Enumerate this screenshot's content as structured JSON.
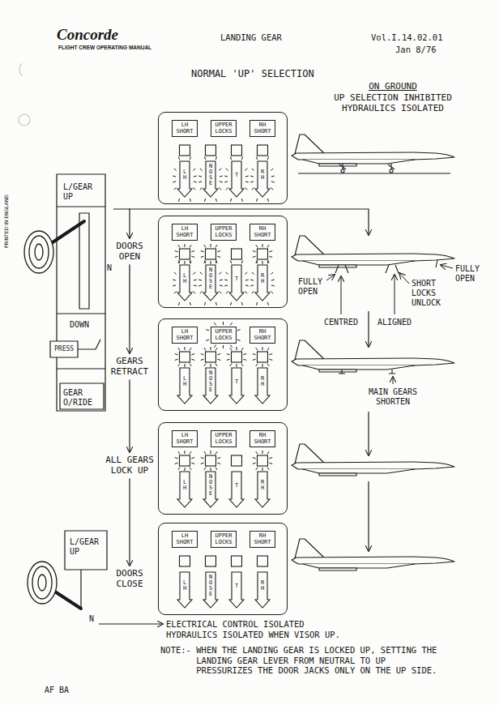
{
  "diagram": {
    "title": "NORMAL 'UP' SELECTION",
    "nodes": [
      {
        "text": []
      },
      {
        "text": [
          "LH SHORT"
        ],
        "in": 0
      },
      {
        "text": [
          "UPPER LOCKS"
        ],
        "in": 0
      },
      {
        "text": [
          "RH SHORT"
        ],
        "in": 0
      },
      {
        "text": [
          "LH"
        ],
        "in": 0
      },
      {
        "text": [
          "NOSE"
        ],
        "in": 0
      },
      {
        "text": [
          "T"
        ],
        "in": 0
      },
      {
        "text": [
          "RH"
        ],
        "in": 0
      },
      {
        "text": [
          "L/GEAR UP",
          "N",
          "DOWN",
          "PRESS",
          "GEAR O/RIDE"
        ]
      },
      {
        "text": [
          "DOORS OPEN"
        ]
      },
      {
        "text": [
          "LH SHORT"
        ],
        "in": 9
      },
      {
        "text": [
          "UPPER LOCKS"
        ],
        "in": 9
      },
      {
        "text": [
          "RH SHORT"
        ],
        "in": 9
      },
      {
        "text": [
          "LH"
        ],
        "in": 9
      },
      {
        "text": [
          "NOSE"
        ],
        "in": 9
      },
      {
        "text": [
          "T"
        ],
        "in": 9
      },
      {
        "text": [
          "RH"
        ],
        "in": 9
      },
      {
        "text": [
          "GEARS RETRACT"
        ]
      },
      {
        "text": [
          "LH SHORT"
        ],
        "in": 17
      },
      {
        "text": [
          "UPPER LOCKS"
        ],
        "in": 17
      },
      {
        "text": [
          "RH SHORT"
        ],
        "in": 17
      },
      {
        "text": [
          "LH"
        ],
        "in": 17
      },
      {
        "text": [
          "NOSE"
        ],
        "in": 17
      },
      {
        "text": [
          "T"
        ],
        "in": 17
      },
      {
        "text": [
          "RH"
        ],
        "in": 17
      },
      {
        "text": [
          "ALL GEARS LOCK UP"
        ]
      },
      {
        "text": [
          "LH SHORT"
        ],
        "in": 25
      },
      {
        "text": [
          "UPPER LOCKS"
        ],
        "in": 25
      },
      {
        "text": [
          "RH SHORT"
        ],
        "in": 25
      },
      {
        "text": [
          "LH"
        ],
        "in": 25
      },
      {
        "text": [
          "NOSE"
        ],
        "in": 25
      },
      {
        "text": [
          "T"
        ],
        "in": 25
      },
      {
        "text": [
          "RH"
        ],
        "in": 25
      },
      {
        "text": [
          "DOORS CLOSE"
        ]
      },
      {
        "text": [
          "LH SHORT"
        ],
        "in": 33
      },
      {
        "text": [
          "UPPER LOCKS"
        ],
        "in": 33
      },
      {
        "text": [
          "RH SHORT"
        ],
        "in": 33
      },
      {
        "text": [
          "LH"
        ],
        "in": 33
      },
      {
        "text": [
          "NOSE"
        ],
        "in": 33
      },
      {
        "text": [
          "T"
        ],
        "in": 33
      },
      {
        "text": [
          "RH"
        ],
        "in": 33
      },
      {
        "text": [
          "L/GEAR UP",
          "N"
        ]
      }
    ],
    "edges": [
      {
        "from": 8,
        "to": 9,
        "arrow": "to"
      },
      {
        "from": 9,
        "to": 17,
        "arrow": "to"
      },
      {
        "from": 17,
        "to": 25,
        "arrow": "to"
      },
      {
        "from": 25,
        "to": 33,
        "arrow": "to"
      }
    ],
    "labels": [
      "Concorde",
      "FLIGHT CREW OPERATING MANUAL",
      "LANDING GEAR",
      "Vol.I.14.02.01",
      "Jan 8/76",
      "PRINTED IN ENGLAND",
      "ON GROUND",
      "UP SELECTION INHIBITED HYDRAULICS ISOLATED",
      "FULLY OPEN",
      "CENTRED",
      "SHORT LOCKS UNLOCK",
      "ALIGNED",
      "FULLY OPEN",
      "MAIN GEARS SHORTEN",
      "ELECTRICAL CONTROL ISOLATED HYDRAULICS ISOLATED WHEN VISOR UP.",
      "NOTE:- WHEN THE LANDING GEAR IS LOCKED UP, SETTING THE LANDING GEAR LEVER FROM NEUTRAL TO UP PRESSURIZES THE DOOR JACKS ONLY ON THE UP SIDE.",
      "AF BA"
    ]
  }
}
